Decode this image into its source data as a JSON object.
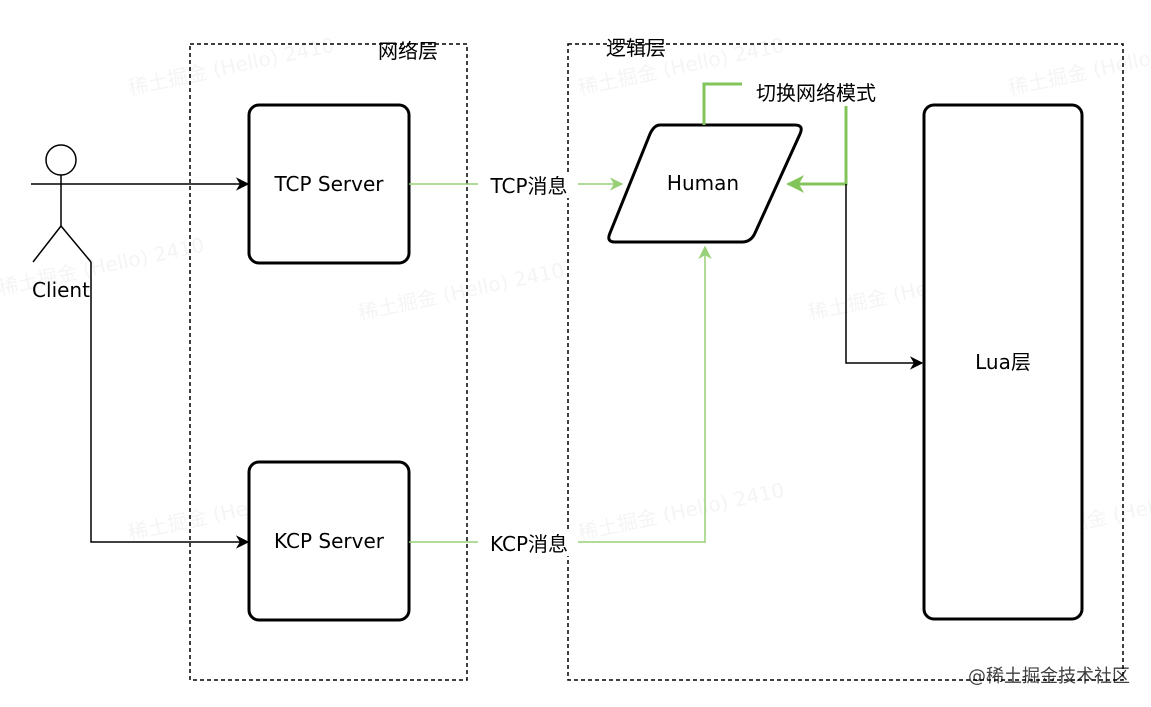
{
  "layers": {
    "network": "网络层",
    "logic": "逻辑层"
  },
  "actor": {
    "label": "Client"
  },
  "nodes": {
    "tcp_server": "TCP Server",
    "kcp_server": "KCP Server",
    "human": "Human",
    "lua": "Lua层"
  },
  "edges": {
    "tcp_msg": "TCP消息",
    "kcp_msg": "KCP消息",
    "switch_mode": "切换网络模式"
  },
  "watermark": "@稀土掘金技术社区",
  "colors": {
    "black_line": "#000000",
    "green_line": "#97d077",
    "green_bold": "#82c45a",
    "box_fill": "#ffffff"
  }
}
